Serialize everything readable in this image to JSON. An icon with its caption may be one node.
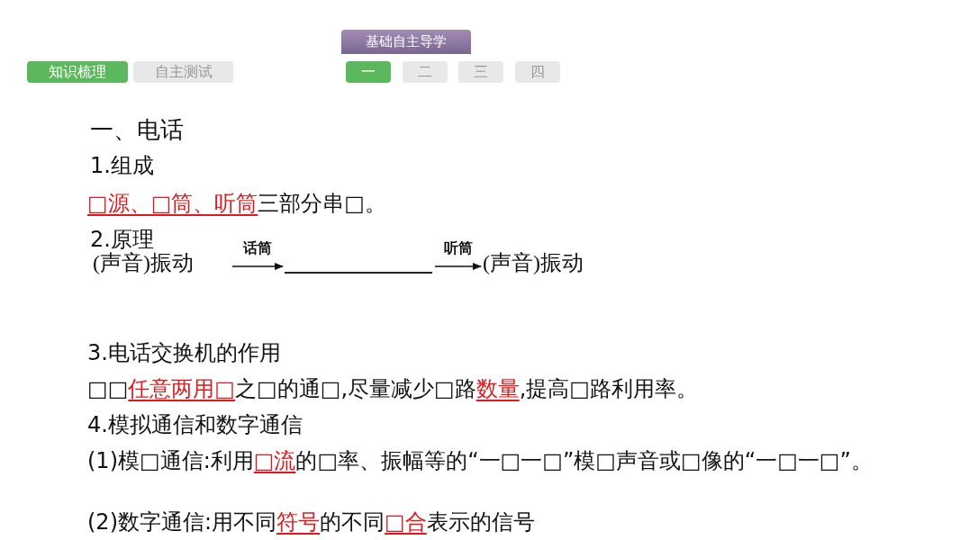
{
  "diagram": {
    "nodes": [
      {
        "text": [
          "(声音)振动"
        ]
      },
      {
        "text": [],
        "shape": "line"
      },
      {
        "text": [
          "(声音)振动"
        ]
      }
    ],
    "edges": [
      {
        "from": 0,
        "to": 1,
        "arrow": "to",
        "label": "话筒"
      },
      {
        "from": 1,
        "to": 2,
        "arrow": "to",
        "label": "听筒"
      }
    ],
    "labels": [
      "基础自主导学",
      "知识梳理",
      "自主测试",
      "一",
      "二",
      "三",
      "四",
      "一、电话",
      "1.组成",
      "**□源、□筒、听筒**三部分串□。",
      "2.原理",
      "3.电话交换机的作用",
      "□□**任意两用□**之□的通□,尽量减少□路**数量**,提高□路利用率。",
      "4.模拟通信和数字通信",
      "(1)模□通信:利用**□流**的□率、振幅等的“一□一□”模□声音或□像的“一□一□”。",
      "(2)数字通信:用不同**符号**的不同**□合**表示的信号"
    ]
  }
}
